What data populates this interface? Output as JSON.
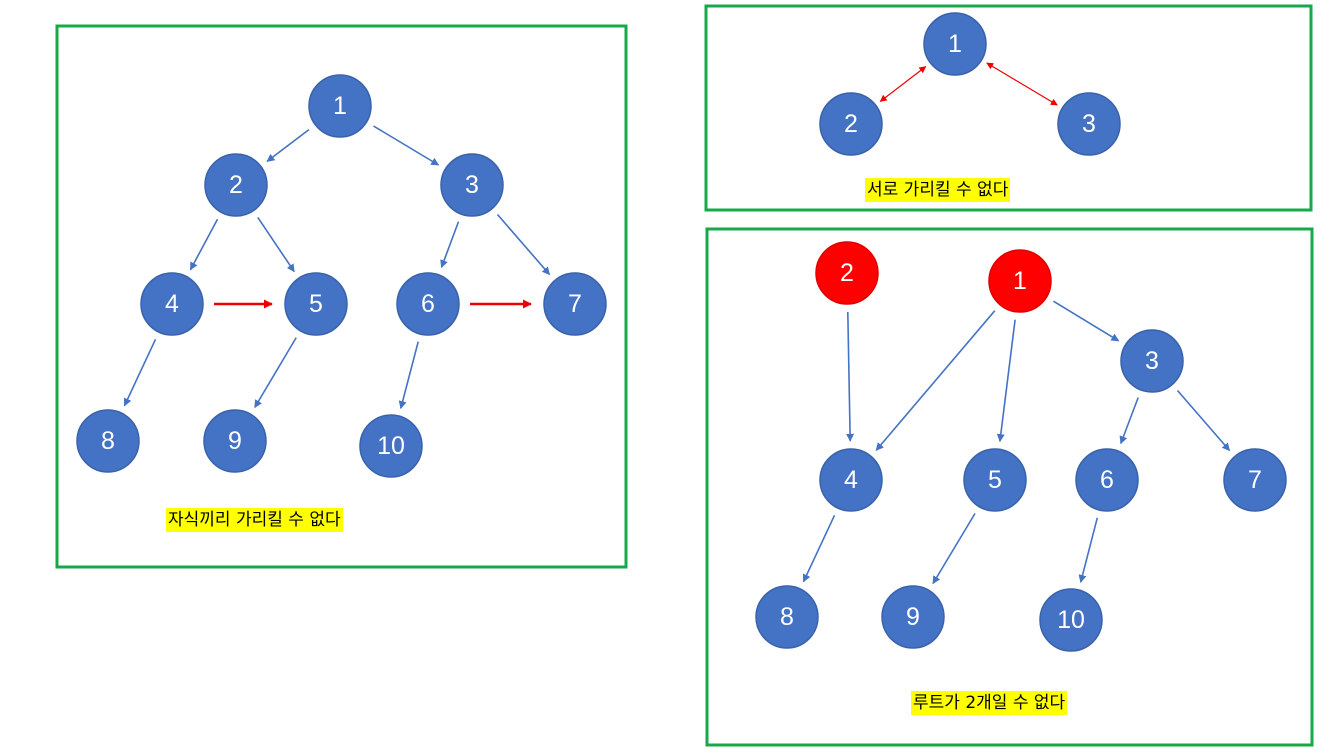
{
  "panels": [
    {
      "id": "left",
      "caption": "자식끼리 가리킬 수 없다",
      "nodes": [
        {
          "label": "1",
          "color": "blue"
        },
        {
          "label": "2",
          "color": "blue"
        },
        {
          "label": "3",
          "color": "blue"
        },
        {
          "label": "4",
          "color": "blue"
        },
        {
          "label": "5",
          "color": "blue"
        },
        {
          "label": "6",
          "color": "blue"
        },
        {
          "label": "7",
          "color": "blue"
        },
        {
          "label": "8",
          "color": "blue"
        },
        {
          "label": "9",
          "color": "blue"
        },
        {
          "label": "10",
          "color": "blue"
        }
      ],
      "edges": [
        {
          "from": "1",
          "to": "2",
          "style": "blue"
        },
        {
          "from": "1",
          "to": "3",
          "style": "blue"
        },
        {
          "from": "2",
          "to": "4",
          "style": "blue"
        },
        {
          "from": "2",
          "to": "5",
          "style": "blue"
        },
        {
          "from": "3",
          "to": "6",
          "style": "blue"
        },
        {
          "from": "3",
          "to": "7",
          "style": "blue"
        },
        {
          "from": "4",
          "to": "8",
          "style": "blue"
        },
        {
          "from": "5",
          "to": "9",
          "style": "blue"
        },
        {
          "from": "6",
          "to": "10",
          "style": "blue"
        },
        {
          "from": "4",
          "to": "5",
          "style": "red"
        },
        {
          "from": "6",
          "to": "7",
          "style": "red"
        }
      ]
    },
    {
      "id": "top-right",
      "caption": "서로 가리킬 수 없다",
      "nodes": [
        {
          "label": "1",
          "color": "blue"
        },
        {
          "label": "2",
          "color": "blue"
        },
        {
          "label": "3",
          "color": "blue"
        }
      ],
      "edges": [
        {
          "from": "1",
          "to": "2",
          "style": "red-double"
        },
        {
          "from": "1",
          "to": "3",
          "style": "red-double"
        }
      ]
    },
    {
      "id": "bottom-right",
      "caption": "루트가 2개일 수 없다",
      "nodes": [
        {
          "label": "2",
          "color": "red"
        },
        {
          "label": "1",
          "color": "red"
        },
        {
          "label": "3",
          "color": "blue"
        },
        {
          "label": "4",
          "color": "blue"
        },
        {
          "label": "5",
          "color": "blue"
        },
        {
          "label": "6",
          "color": "blue"
        },
        {
          "label": "7",
          "color": "blue"
        },
        {
          "label": "8",
          "color": "blue"
        },
        {
          "label": "9",
          "color": "blue"
        },
        {
          "label": "10",
          "color": "blue"
        }
      ],
      "edges": [
        {
          "from": "2",
          "to": "4",
          "style": "blue"
        },
        {
          "from": "1",
          "to": "4",
          "style": "blue"
        },
        {
          "from": "1",
          "to": "5",
          "style": "blue"
        },
        {
          "from": "1",
          "to": "3",
          "style": "blue"
        },
        {
          "from": "3",
          "to": "6",
          "style": "blue"
        },
        {
          "from": "3",
          "to": "7",
          "style": "blue"
        },
        {
          "from": "4",
          "to": "8",
          "style": "blue"
        },
        {
          "from": "5",
          "to": "9",
          "style": "blue"
        },
        {
          "from": "6",
          "to": "10",
          "style": "blue"
        }
      ]
    }
  ],
  "colors": {
    "node_blue": "#4472c4",
    "node_red": "#ff0000",
    "edge_red": "#ee0000",
    "frame_green": "#17a84a",
    "highlight": "#ffff00"
  }
}
